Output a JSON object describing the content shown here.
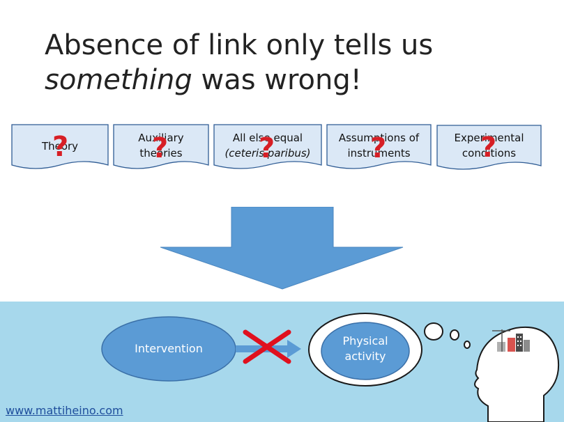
{
  "title": {
    "line1": "Absence of link only tells us",
    "line2_em": "something",
    "line2_rest": " was wrong!"
  },
  "cards": [
    {
      "id": "theory",
      "lines": [
        "Theory"
      ]
    },
    {
      "id": "auxiliary",
      "lines": [
        "Auxiliary",
        "theories"
      ]
    },
    {
      "id": "ceteris",
      "lines": [
        "All else equal",
        "(ceteris paribus)"
      ]
    },
    {
      "id": "instruments",
      "lines": [
        "Assumptions of",
        "instruments"
      ]
    },
    {
      "id": "experimental",
      "lines": [
        "Experimental",
        "conditions"
      ]
    }
  ],
  "question_mark": "?",
  "intervention_label": "Intervention",
  "physical_activity": {
    "line1": "Physical",
    "line2": "activity"
  },
  "link_text": "www.mattiheino.com",
  "colors": {
    "card_fill": "#dbe8f6",
    "card_stroke": "#2f5c94",
    "arrow": "#5b9bd5",
    "ellipse": "#5b9bd5",
    "bottom_bg": "#a7d8ec",
    "cross": "#e0101e"
  }
}
